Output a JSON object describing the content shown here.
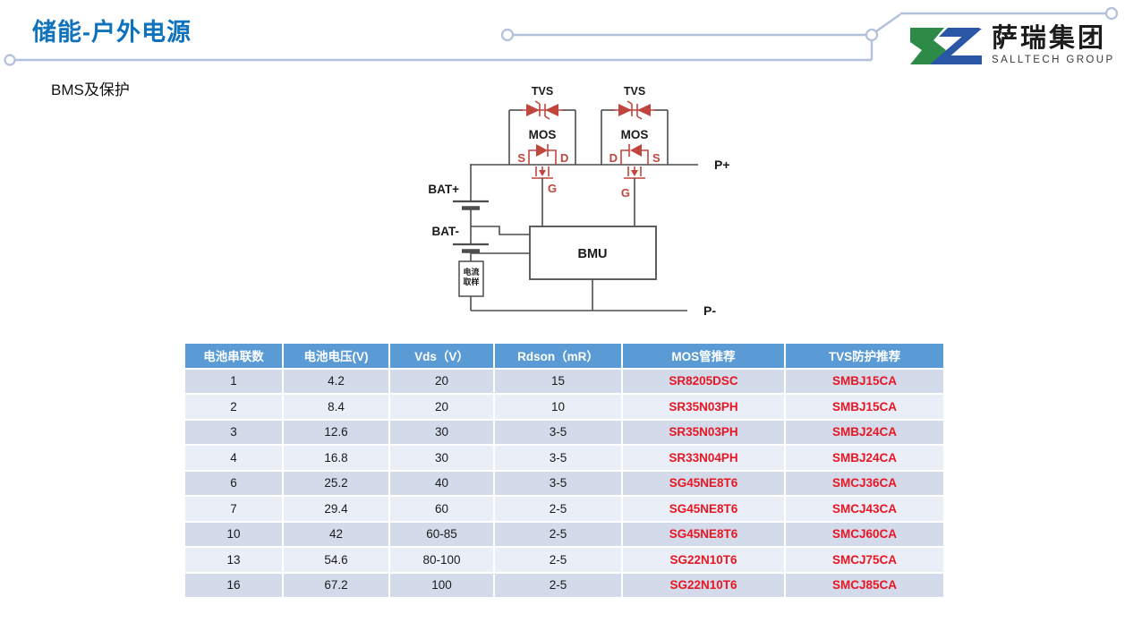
{
  "header": {
    "title": "储能-户外电源",
    "logo": {
      "cn": "萨瑞集团",
      "en": "SALLTECH GROUP"
    }
  },
  "subtitle": "BMS及保护",
  "circuit": {
    "labels": {
      "tvs": "TVS",
      "mos": "MOS",
      "s": "S",
      "d": "D",
      "g": "G",
      "bat_plus": "BAT+",
      "bat_minus": "BAT-",
      "bmu": "BMU",
      "p_plus": "P+",
      "p_minus": "P-",
      "current_sample_line1": "电流",
      "current_sample_line2": "取样"
    }
  },
  "table": {
    "columns": [
      "电池串联数",
      "电池电压(V)",
      "Vds（V）",
      "Rdson（mR）",
      "MOS管推荐",
      "TVS防护推荐"
    ],
    "rows": [
      [
        "1",
        "4.2",
        "20",
        "15",
        "SR8205DSC",
        "SMBJ15CA"
      ],
      [
        "2",
        "8.4",
        "20",
        "10",
        "SR35N03PH",
        "SMBJ15CA"
      ],
      [
        "3",
        "12.6",
        "30",
        "3-5",
        "SR35N03PH",
        "SMBJ24CA"
      ],
      [
        "4",
        "16.8",
        "30",
        "3-5",
        "SR33N04PH",
        "SMBJ24CA"
      ],
      [
        "6",
        "25.2",
        "40",
        "3-5",
        "SG45NE8T6",
        "SMCJ36CA"
      ],
      [
        "7",
        "29.4",
        "60",
        "2-5",
        "SG45NE8T6",
        "SMCJ43CA"
      ],
      [
        "10",
        "42",
        "60-85",
        "2-5",
        "SG45NE8T6",
        "SMCJ60CA"
      ],
      [
        "13",
        "54.6",
        "80-100",
        "2-5",
        "SG22N10T6",
        "SMCJ75CA"
      ],
      [
        "16",
        "67.2",
        "100",
        "2-5",
        "SG22N10T6",
        "SMCJ85CA"
      ]
    ],
    "red_columns": [
      4,
      5
    ]
  },
  "colors": {
    "title_blue": "#0e72bc",
    "table_header_blue": "#5b9bd5",
    "row_band_dark": "#d3dbeb",
    "row_band_light": "#eaeef6",
    "table_red_text": "#e81623",
    "circuit_red": "#c0453d",
    "circuit_wire": "#4d4d4d",
    "decoration_line": "#b3c0da",
    "logo_green": "#2e8a47",
    "logo_blue": "#2a57a5"
  }
}
